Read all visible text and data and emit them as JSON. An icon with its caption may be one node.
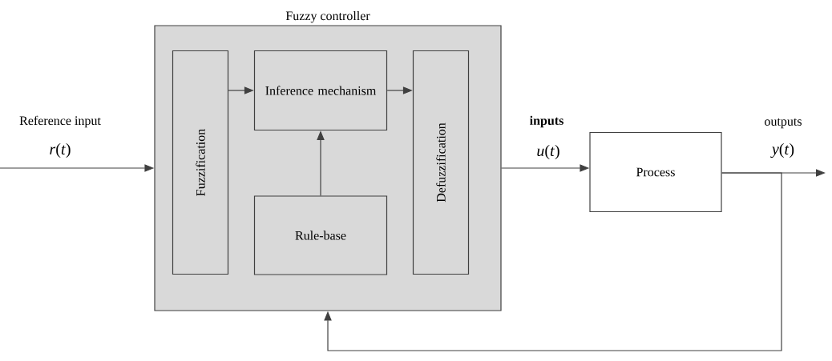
{
  "diagram": {
    "nodes": [
      {
        "text": [
          "Fuzzy controller"
        ]
      },
      {
        "text": [
          "Fuzzification"
        ],
        "in": 0
      },
      {
        "text": [
          "Inference mechanism"
        ],
        "in": 0
      },
      {
        "text": [
          "Rule-base"
        ],
        "in": 0
      },
      {
        "text": [
          "Defuzzification"
        ],
        "in": 0
      },
      {
        "text": [
          "Process"
        ]
      }
    ],
    "edges": [
      {
        "from": null,
        "to": 0,
        "arrow": "to",
        "label": "Reference input"
      },
      {
        "from": 1,
        "to": 2,
        "arrow": "to"
      },
      {
        "from": 2,
        "to": 4,
        "arrow": "to"
      },
      {
        "from": 3,
        "to": 2,
        "arrow": "to"
      },
      {
        "from": 0,
        "to": 5,
        "arrow": "to",
        "label": "**inputs**"
      },
      {
        "from": 5,
        "to": null,
        "arrow": "to",
        "label": "outputs"
      },
      {
        "from": 5,
        "to": 0,
        "arrow": "to"
      }
    ],
    "labels": [
      "*r*(*t*)",
      "*u*(*t*)",
      "*y*(*t*)"
    ]
  }
}
